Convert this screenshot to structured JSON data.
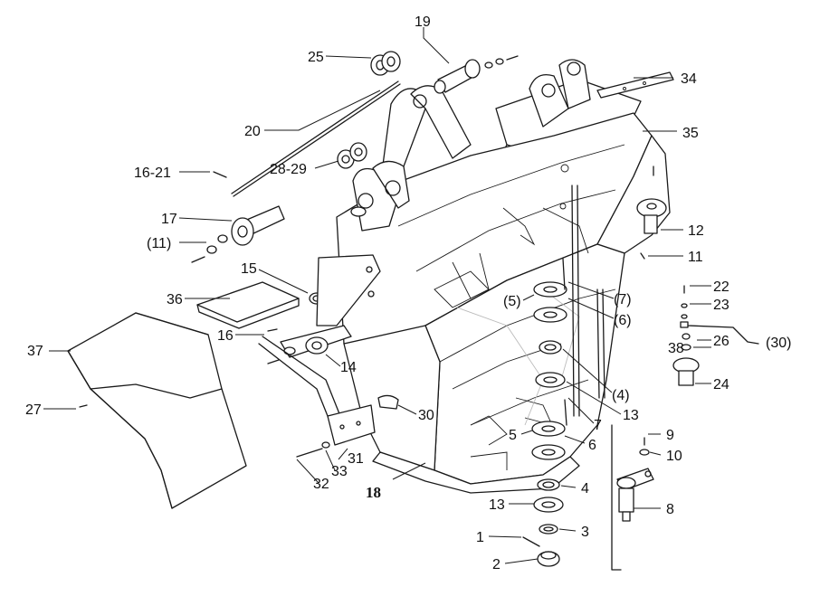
{
  "diagram": {
    "callouts": [
      {
        "id": "c19",
        "text": "19"
      },
      {
        "id": "c25",
        "text": "25"
      },
      {
        "id": "c34",
        "text": "34"
      },
      {
        "id": "c35",
        "text": "35"
      },
      {
        "id": "c20",
        "text": "20"
      },
      {
        "id": "c16-21",
        "text": "16-21"
      },
      {
        "id": "c28-29",
        "text": "28-29"
      },
      {
        "id": "c17",
        "text": "17"
      },
      {
        "id": "c11p",
        "text": "(11)"
      },
      {
        "id": "c12",
        "text": "12"
      },
      {
        "id": "c11",
        "text": "11"
      },
      {
        "id": "c15",
        "text": "15"
      },
      {
        "id": "c36",
        "text": "36"
      },
      {
        "id": "c5p",
        "text": "(5)"
      },
      {
        "id": "c7p",
        "text": "(7)"
      },
      {
        "id": "c6p",
        "text": "(6)"
      },
      {
        "id": "c22",
        "text": "22"
      },
      {
        "id": "c23",
        "text": "23"
      },
      {
        "id": "c16",
        "text": "16"
      },
      {
        "id": "c26",
        "text": "26"
      },
      {
        "id": "c30p",
        "text": "(30)"
      },
      {
        "id": "c37",
        "text": "37"
      },
      {
        "id": "c38",
        "text": "38"
      },
      {
        "id": "c14",
        "text": "14"
      },
      {
        "id": "c24",
        "text": "24"
      },
      {
        "id": "c4p",
        "text": "(4)"
      },
      {
        "id": "c27",
        "text": "27"
      },
      {
        "id": "c30",
        "text": "30"
      },
      {
        "id": "c13a",
        "text": "13"
      },
      {
        "id": "c7",
        "text": "7"
      },
      {
        "id": "c9",
        "text": "9"
      },
      {
        "id": "c5",
        "text": "5"
      },
      {
        "id": "c6",
        "text": "6"
      },
      {
        "id": "c10",
        "text": "10"
      },
      {
        "id": "c31",
        "text": "31"
      },
      {
        "id": "c33",
        "text": "33"
      },
      {
        "id": "c32",
        "text": "32"
      },
      {
        "id": "c18",
        "text": "18"
      },
      {
        "id": "c4",
        "text": "4"
      },
      {
        "id": "c8",
        "text": "8"
      },
      {
        "id": "c13b",
        "text": "13"
      },
      {
        "id": "c3",
        "text": "3"
      },
      {
        "id": "c1",
        "text": "1"
      },
      {
        "id": "c2",
        "text": "2"
      }
    ]
  }
}
